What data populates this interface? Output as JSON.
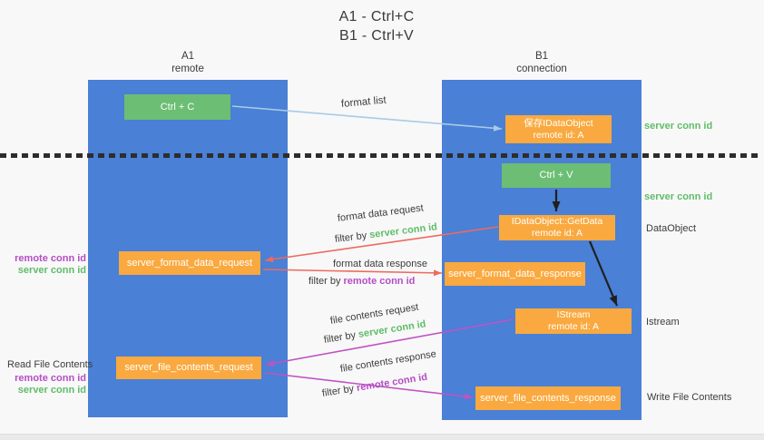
{
  "title": {
    "line1": "A1 - Ctrl+C",
    "line2": "B1 - Ctrl+V"
  },
  "columns": {
    "left": {
      "id": "A1",
      "subtitle": "remote"
    },
    "right": {
      "id": "B1",
      "subtitle": "connection"
    }
  },
  "nodes": {
    "ctrl_c": "Ctrl + C",
    "ctrl_v": "Ctrl + V",
    "save_dataobject": {
      "line1": "保存IDataObject",
      "line2": "remote id: A"
    },
    "getdata": {
      "line1": "IDataObject::GetData",
      "line2": "remote id: A"
    },
    "istream": {
      "line1": "IStream",
      "line2": "remote id: A"
    },
    "format_request": "server_format_data_request",
    "format_response": "server_format_data_response",
    "file_request": "server_file_contents_request",
    "file_response": "server_file_contents_response"
  },
  "flow_labels": {
    "format_list": "format list",
    "format_data_request": "format data request",
    "format_data_response": "format data response",
    "file_contents_request": "file contents request",
    "file_contents_response": "file contents response",
    "filter_by": "filter by ",
    "server_conn_id": "server conn id",
    "remote_conn_id": "remote conn id"
  },
  "side_labels": {
    "server_conn_top_right": "server conn id",
    "server_conn_mid_right": "server conn id",
    "dataobject": "DataObject",
    "istream": "Istream",
    "write_file_contents": "Write File Contents",
    "read_file_contents": "Read File Contents",
    "remote_conn_left_1": "remote conn id",
    "server_conn_left_1": "server conn id",
    "remote_conn_left_2": "remote conn id",
    "server_conn_left_2": "server conn id"
  },
  "colors": {
    "lane_blue": "#4a80d5",
    "node_green": "#6cbe74",
    "node_orange": "#f9a93f",
    "accent_green": "#5fbd68",
    "accent_purple": "#b44ec4",
    "arrow_light_blue": "#a7cbe8",
    "arrow_red": "#ed6a5f",
    "arrow_magenta": "#bf53c4",
    "arrow_black": "#1f1f1f",
    "background": "#f8f8f8"
  }
}
